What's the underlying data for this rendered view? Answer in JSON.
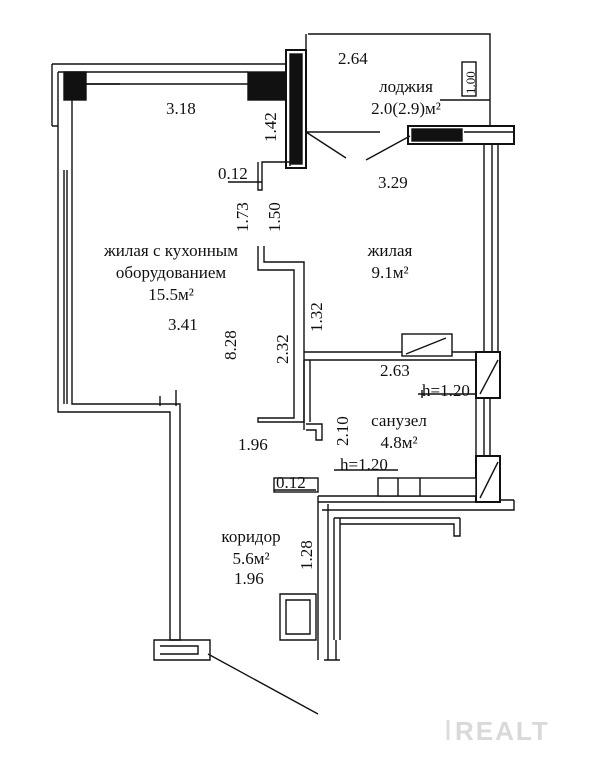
{
  "rooms": {
    "living_kitchen": {
      "name_line1": "жилая с кухонным",
      "name_line2": "оборудованием",
      "area": "15.5м²"
    },
    "bedroom": {
      "name": "жилая",
      "area": "9.1м²"
    },
    "loggia": {
      "name": "лоджия",
      "area": "2.0(2.9)м²"
    },
    "bathroom": {
      "name": "санузел",
      "area": "4.8м²"
    },
    "corridor": {
      "name": "коридор",
      "area": "5.6м²"
    }
  },
  "dimensions": {
    "d_2_64": "2.64",
    "d_3_18": "3.18",
    "d_1_42": "1.42",
    "d_1_00": "1.00",
    "d_0_12_top": "0.12",
    "d_3_29": "3.29",
    "d_1_73": "1.73",
    "d_1_50": "1.50",
    "d_3_41": "3.41",
    "d_8_28": "8.28",
    "d_2_32": "2.32",
    "d_1_32": "1.32",
    "d_2_63": "2.63",
    "d_h_window": "h=1.20",
    "d_2_10": "2.10",
    "d_1_96_upper": "1.96",
    "d_h_bath": "h=1.20",
    "d_0_12_bottom": "0.12",
    "d_1_28": "1.28",
    "d_1_96_corridor": "1.96"
  },
  "watermark": "REALT"
}
